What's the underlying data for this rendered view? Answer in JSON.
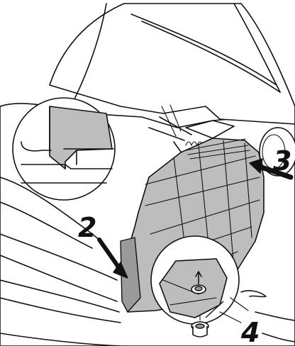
{
  "callouts": {
    "step_2": "2",
    "step_3": "3",
    "step_4": "4"
  },
  "colors": {
    "line": "#111111",
    "part_fill": "#bdbdbd",
    "part_shade": "#9a9a9a",
    "background": "#ffffff"
  }
}
